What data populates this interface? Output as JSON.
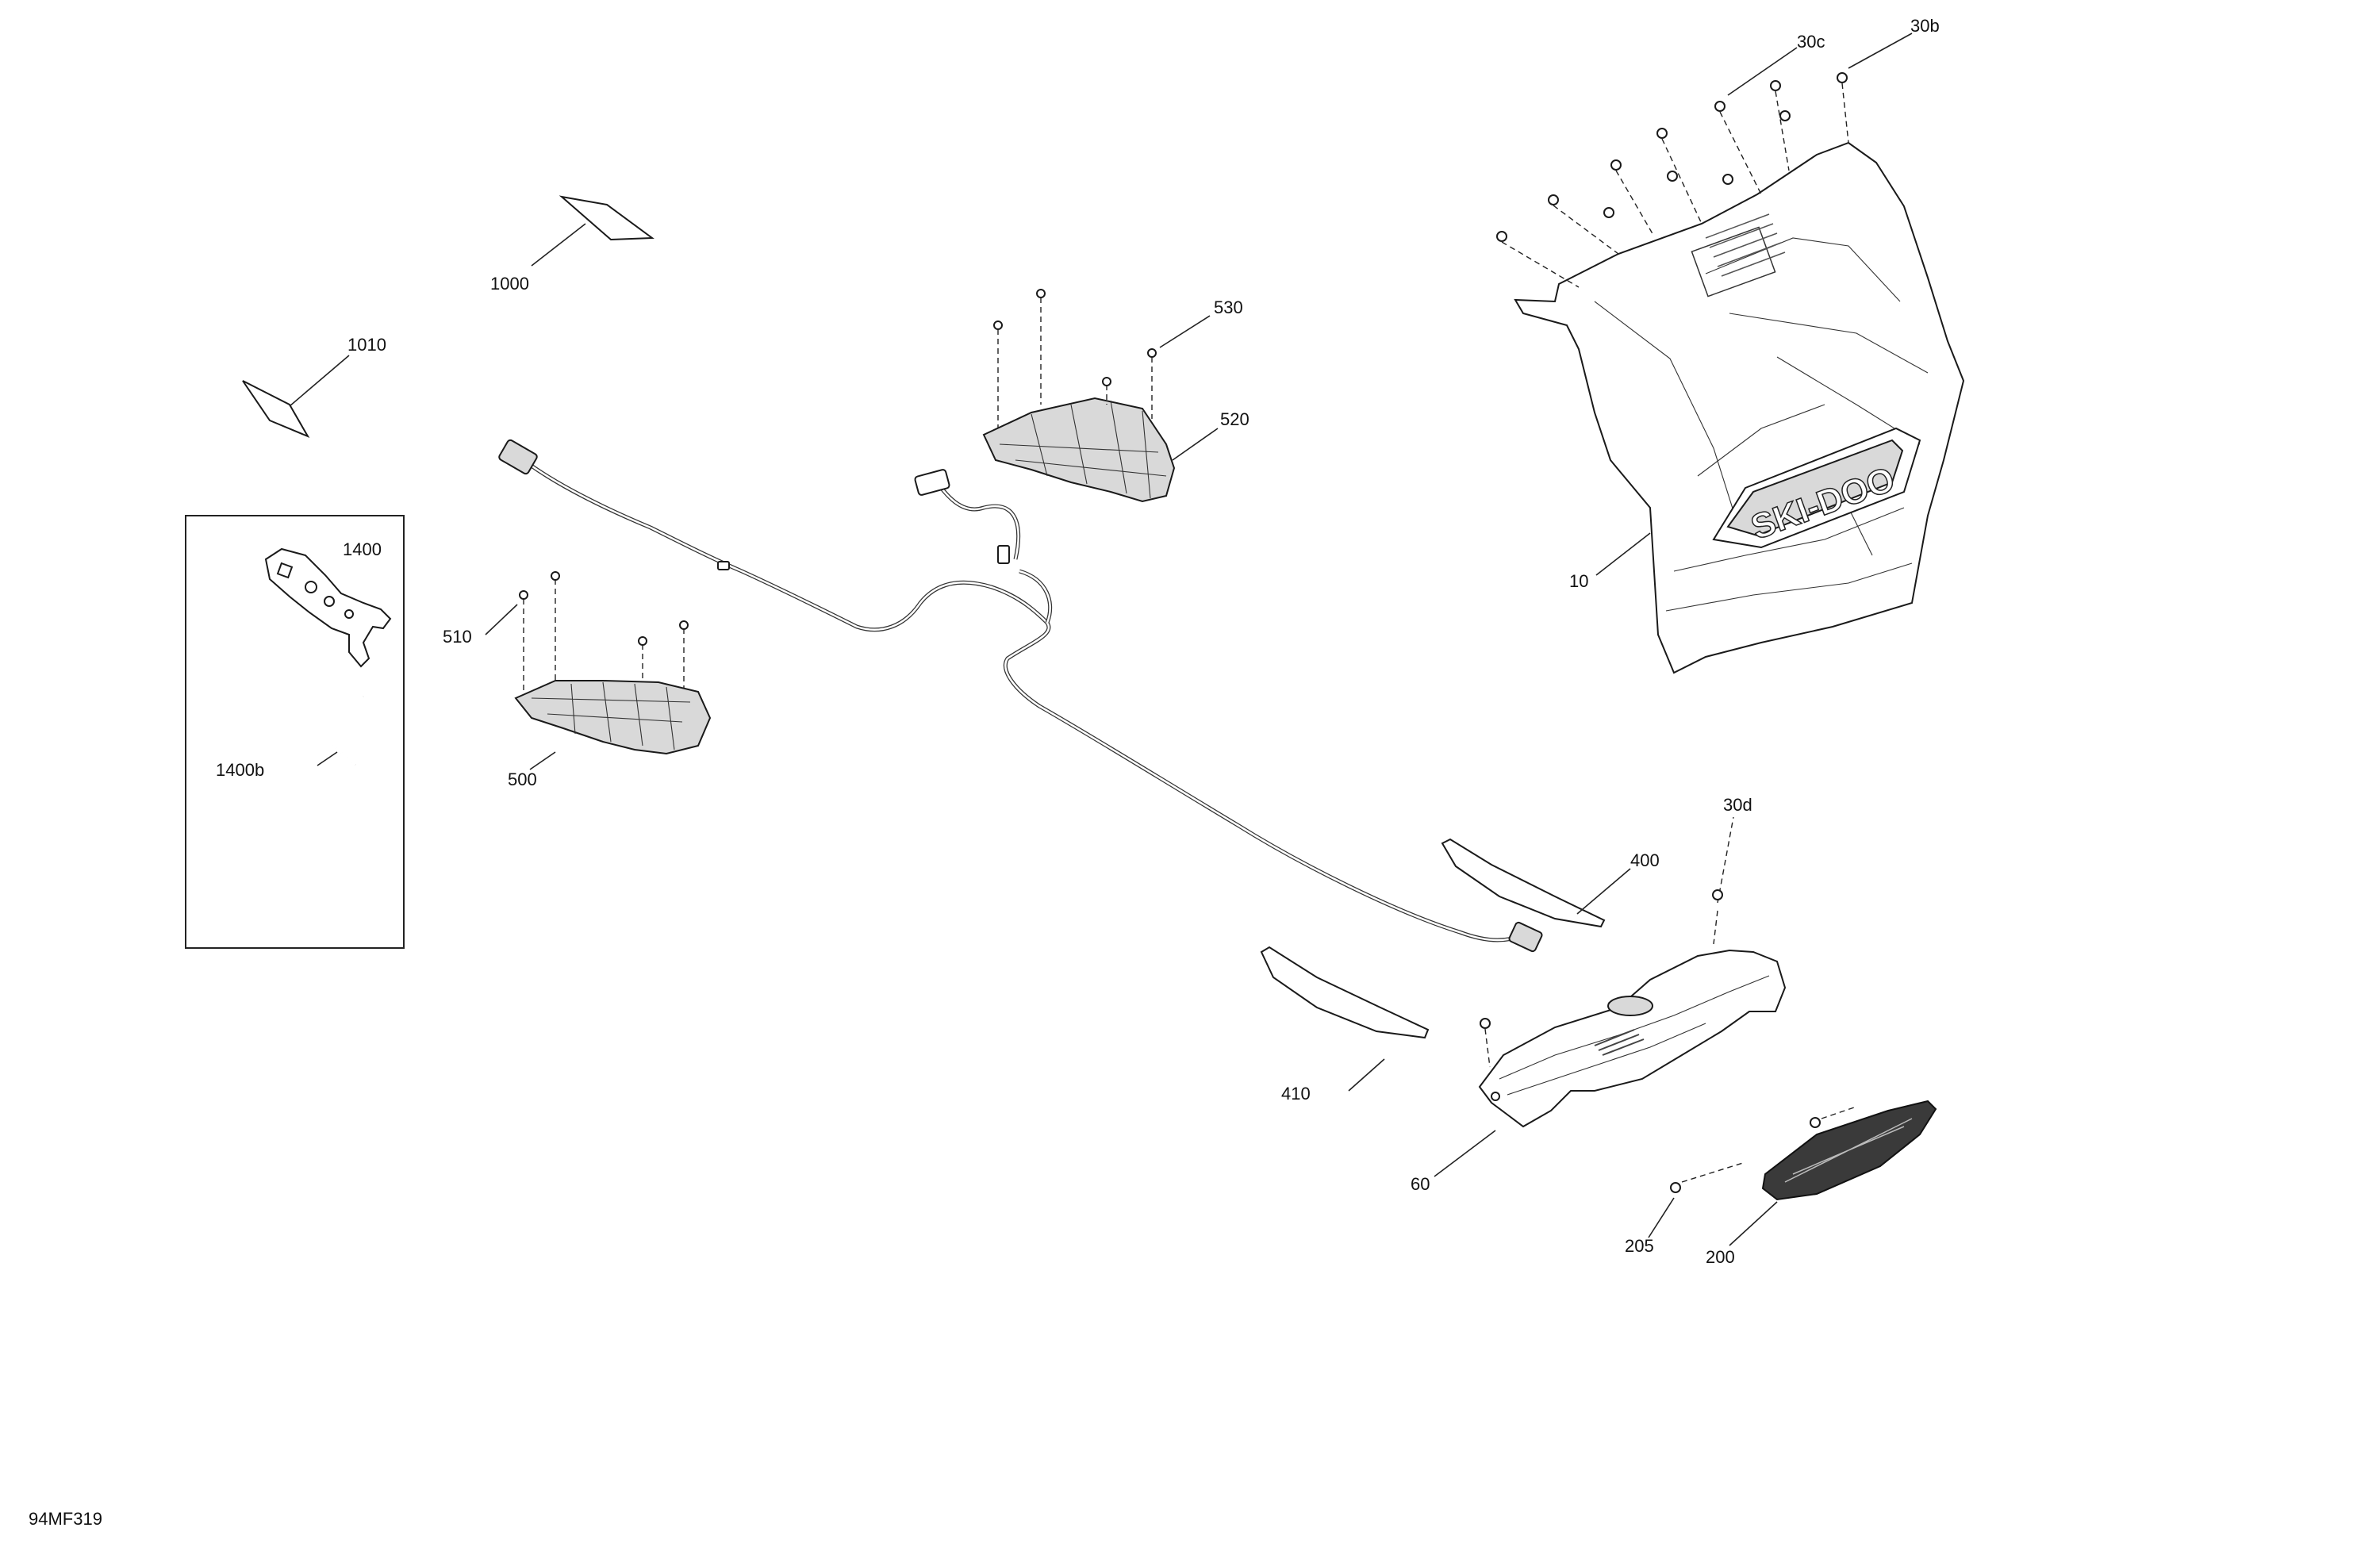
{
  "diagram_id": "94MF319",
  "callouts": {
    "c10": "10",
    "c30b": "30b",
    "c30c": "30c",
    "c30d": "30d",
    "c60": "60",
    "c200": "200",
    "c205": "205",
    "c400": "400",
    "c410": "410",
    "c500": "500",
    "c510": "510",
    "c520": "520",
    "c530": "530",
    "c1000": "1000",
    "c1010": "1010",
    "c1400": "1400",
    "c1400b": "1400b"
  },
  "brand_text": "SKI-DOO"
}
